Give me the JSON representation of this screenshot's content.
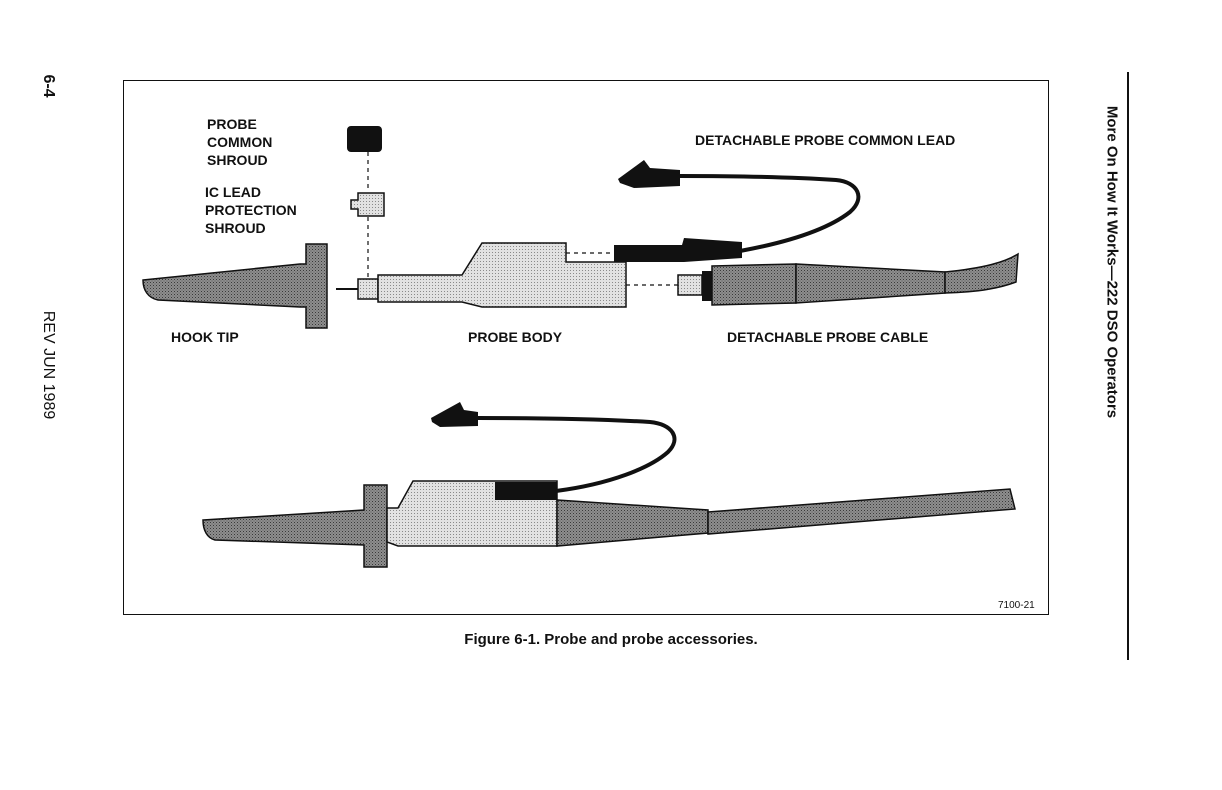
{
  "page": {
    "page_number": "6-4",
    "revision": "REV JUN 1989",
    "section_title": "More On How It Works—222 DSO Operators"
  },
  "figure": {
    "labels": {
      "probe_common_shroud": "PROBE\nCOMMON\nSHROUD",
      "ic_lead_protection_shroud": "IC LEAD\nPROTECTION\nSHROUD",
      "detachable_probe_common_lead": "DETACHABLE PROBE COMMON LEAD",
      "hook_tip": "HOOK TIP",
      "probe_body": "PROBE BODY",
      "detachable_probe_cable": "DETACHABLE PROBE CABLE"
    },
    "figure_code": "7100-21",
    "caption": "Figure 6-1. Probe and probe accessories."
  }
}
